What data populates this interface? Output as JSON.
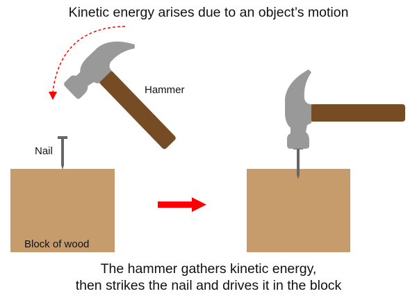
{
  "title": "Kinetic energy arises due to an object’s motion",
  "labels": {
    "hammer": "Hammer",
    "nail": "Nail",
    "block": "Block of wood"
  },
  "caption": {
    "line1": "The hammer gathers kinetic energy,",
    "line2": "then strikes the nail and drives it in the block"
  },
  "colors": {
    "wood": "#c69c6d",
    "handle": "#754c24",
    "head": "#999999",
    "nail": "#666666",
    "arrow": "#ff0000"
  }
}
